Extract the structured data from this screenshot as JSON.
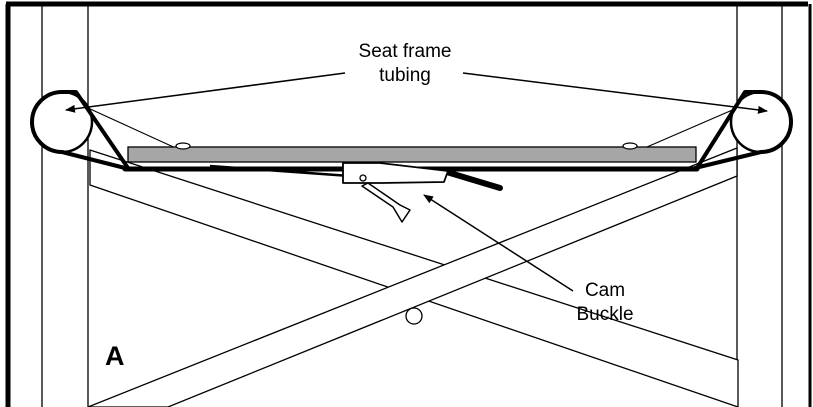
{
  "diagram": {
    "labels": {
      "seat_frame_line1": "Seat frame",
      "seat_frame_line2": "tubing",
      "cam_line1": "Cam",
      "cam_line2": "Buckle",
      "panel": "A"
    },
    "colors": {
      "ink": "#000000",
      "seat_board": "#a6a6a6",
      "background": "#ffffff"
    }
  }
}
